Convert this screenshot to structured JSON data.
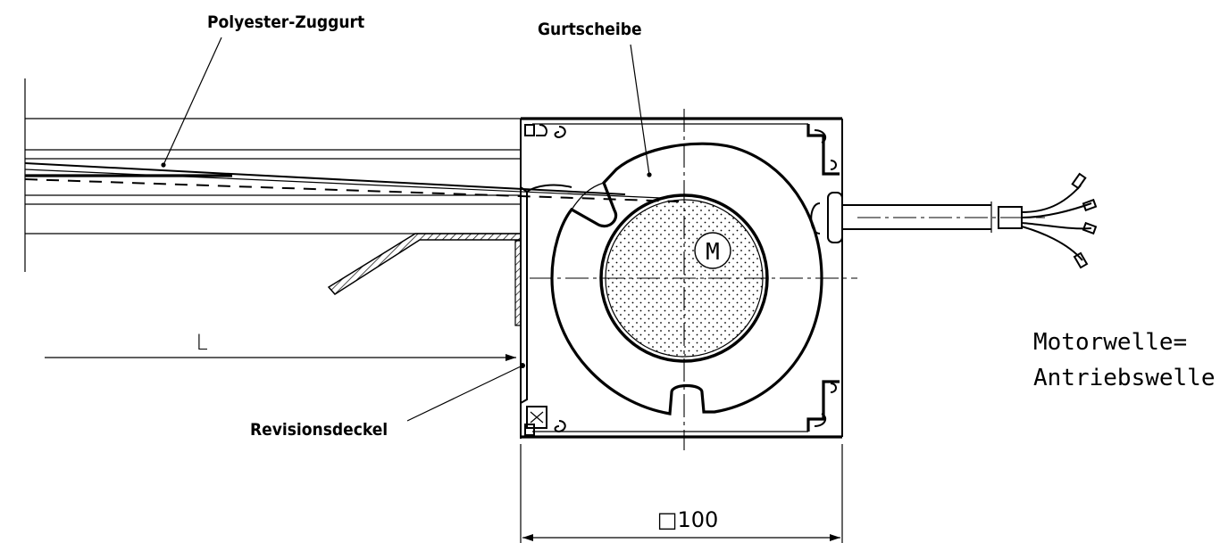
{
  "labels": {
    "belt": "Polyester-Zuggurt",
    "pulley": "Gurtscheibe",
    "cover": "Revisionsdeckel",
    "length": "L",
    "motor_symbol": "M",
    "shaft_line1": "Motorwelle=",
    "shaft_line2": "Antriebswelle"
  },
  "dimension": {
    "symbol": "□",
    "value": "100"
  }
}
